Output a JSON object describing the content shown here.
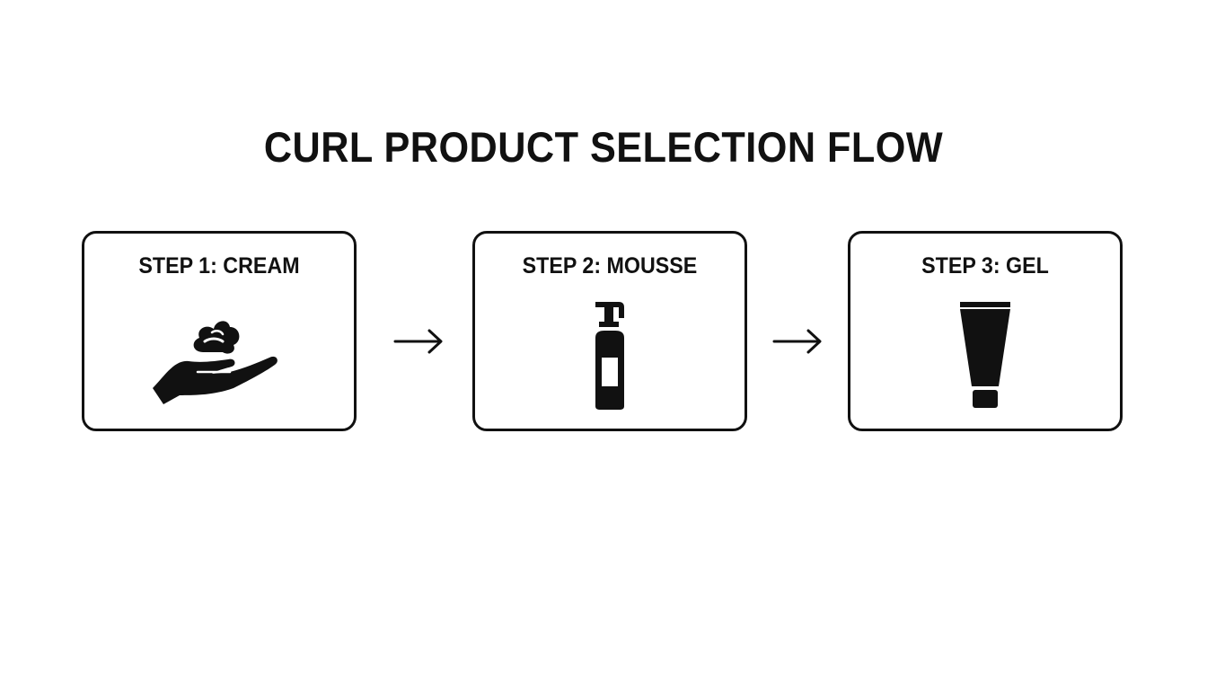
{
  "diagram": {
    "title": "CURL PRODUCT SELECTION FLOW",
    "steps": [
      {
        "label": "STEP 1: CREAM",
        "icon": "hand-cream-icon"
      },
      {
        "label": "STEP 2: MOUSSE",
        "icon": "pump-bottle-icon"
      },
      {
        "label": "STEP 3: GEL",
        "icon": "gel-tube-icon"
      }
    ],
    "connectors": [
      "arrow-right-icon",
      "arrow-right-icon"
    ],
    "colors": {
      "ink": "#111111",
      "background": "#ffffff"
    }
  }
}
